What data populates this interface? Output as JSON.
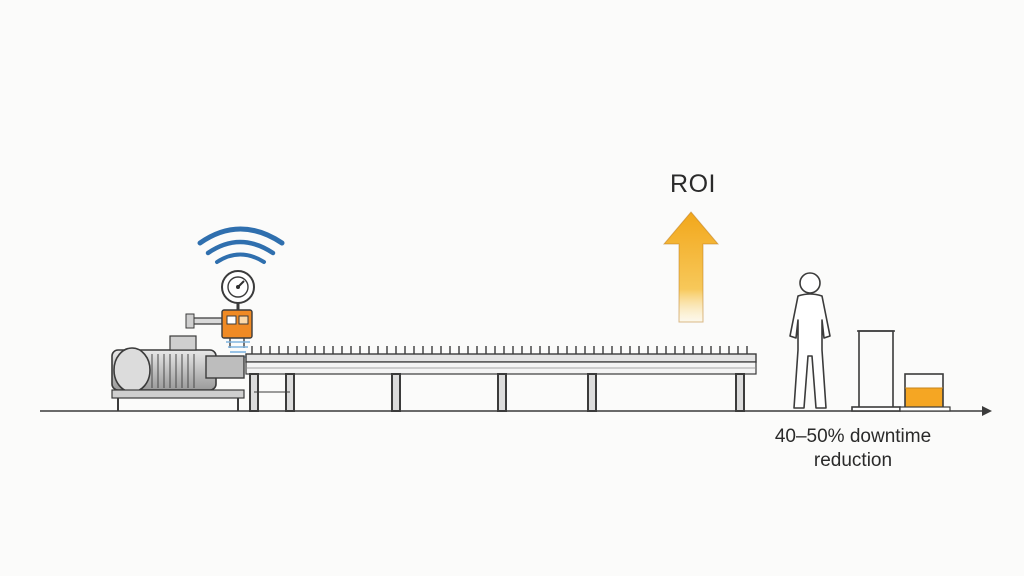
{
  "roi_label": "ROI",
  "caption": {
    "line1": "40–50% downtime",
    "line2": "reduction"
  },
  "icons": {
    "wireless": "wifi-signal-icon",
    "gauge": "pressure-gauge-icon",
    "arrow": "up-arrow-icon",
    "person": "person-silhouette-icon",
    "motor": "electric-motor-icon",
    "conveyor": "roller-conveyor-icon",
    "frame": "empty-frame-icon",
    "container": "filled-container-icon"
  },
  "colors": {
    "ink": "#3b3b3b",
    "signal_blue": "#2f6fae",
    "arrow_orange": "#f2a71b",
    "arrow_yellow": "#fbe8a6",
    "sensor_orange": "#f08a24",
    "liquid": "#f5a623"
  }
}
